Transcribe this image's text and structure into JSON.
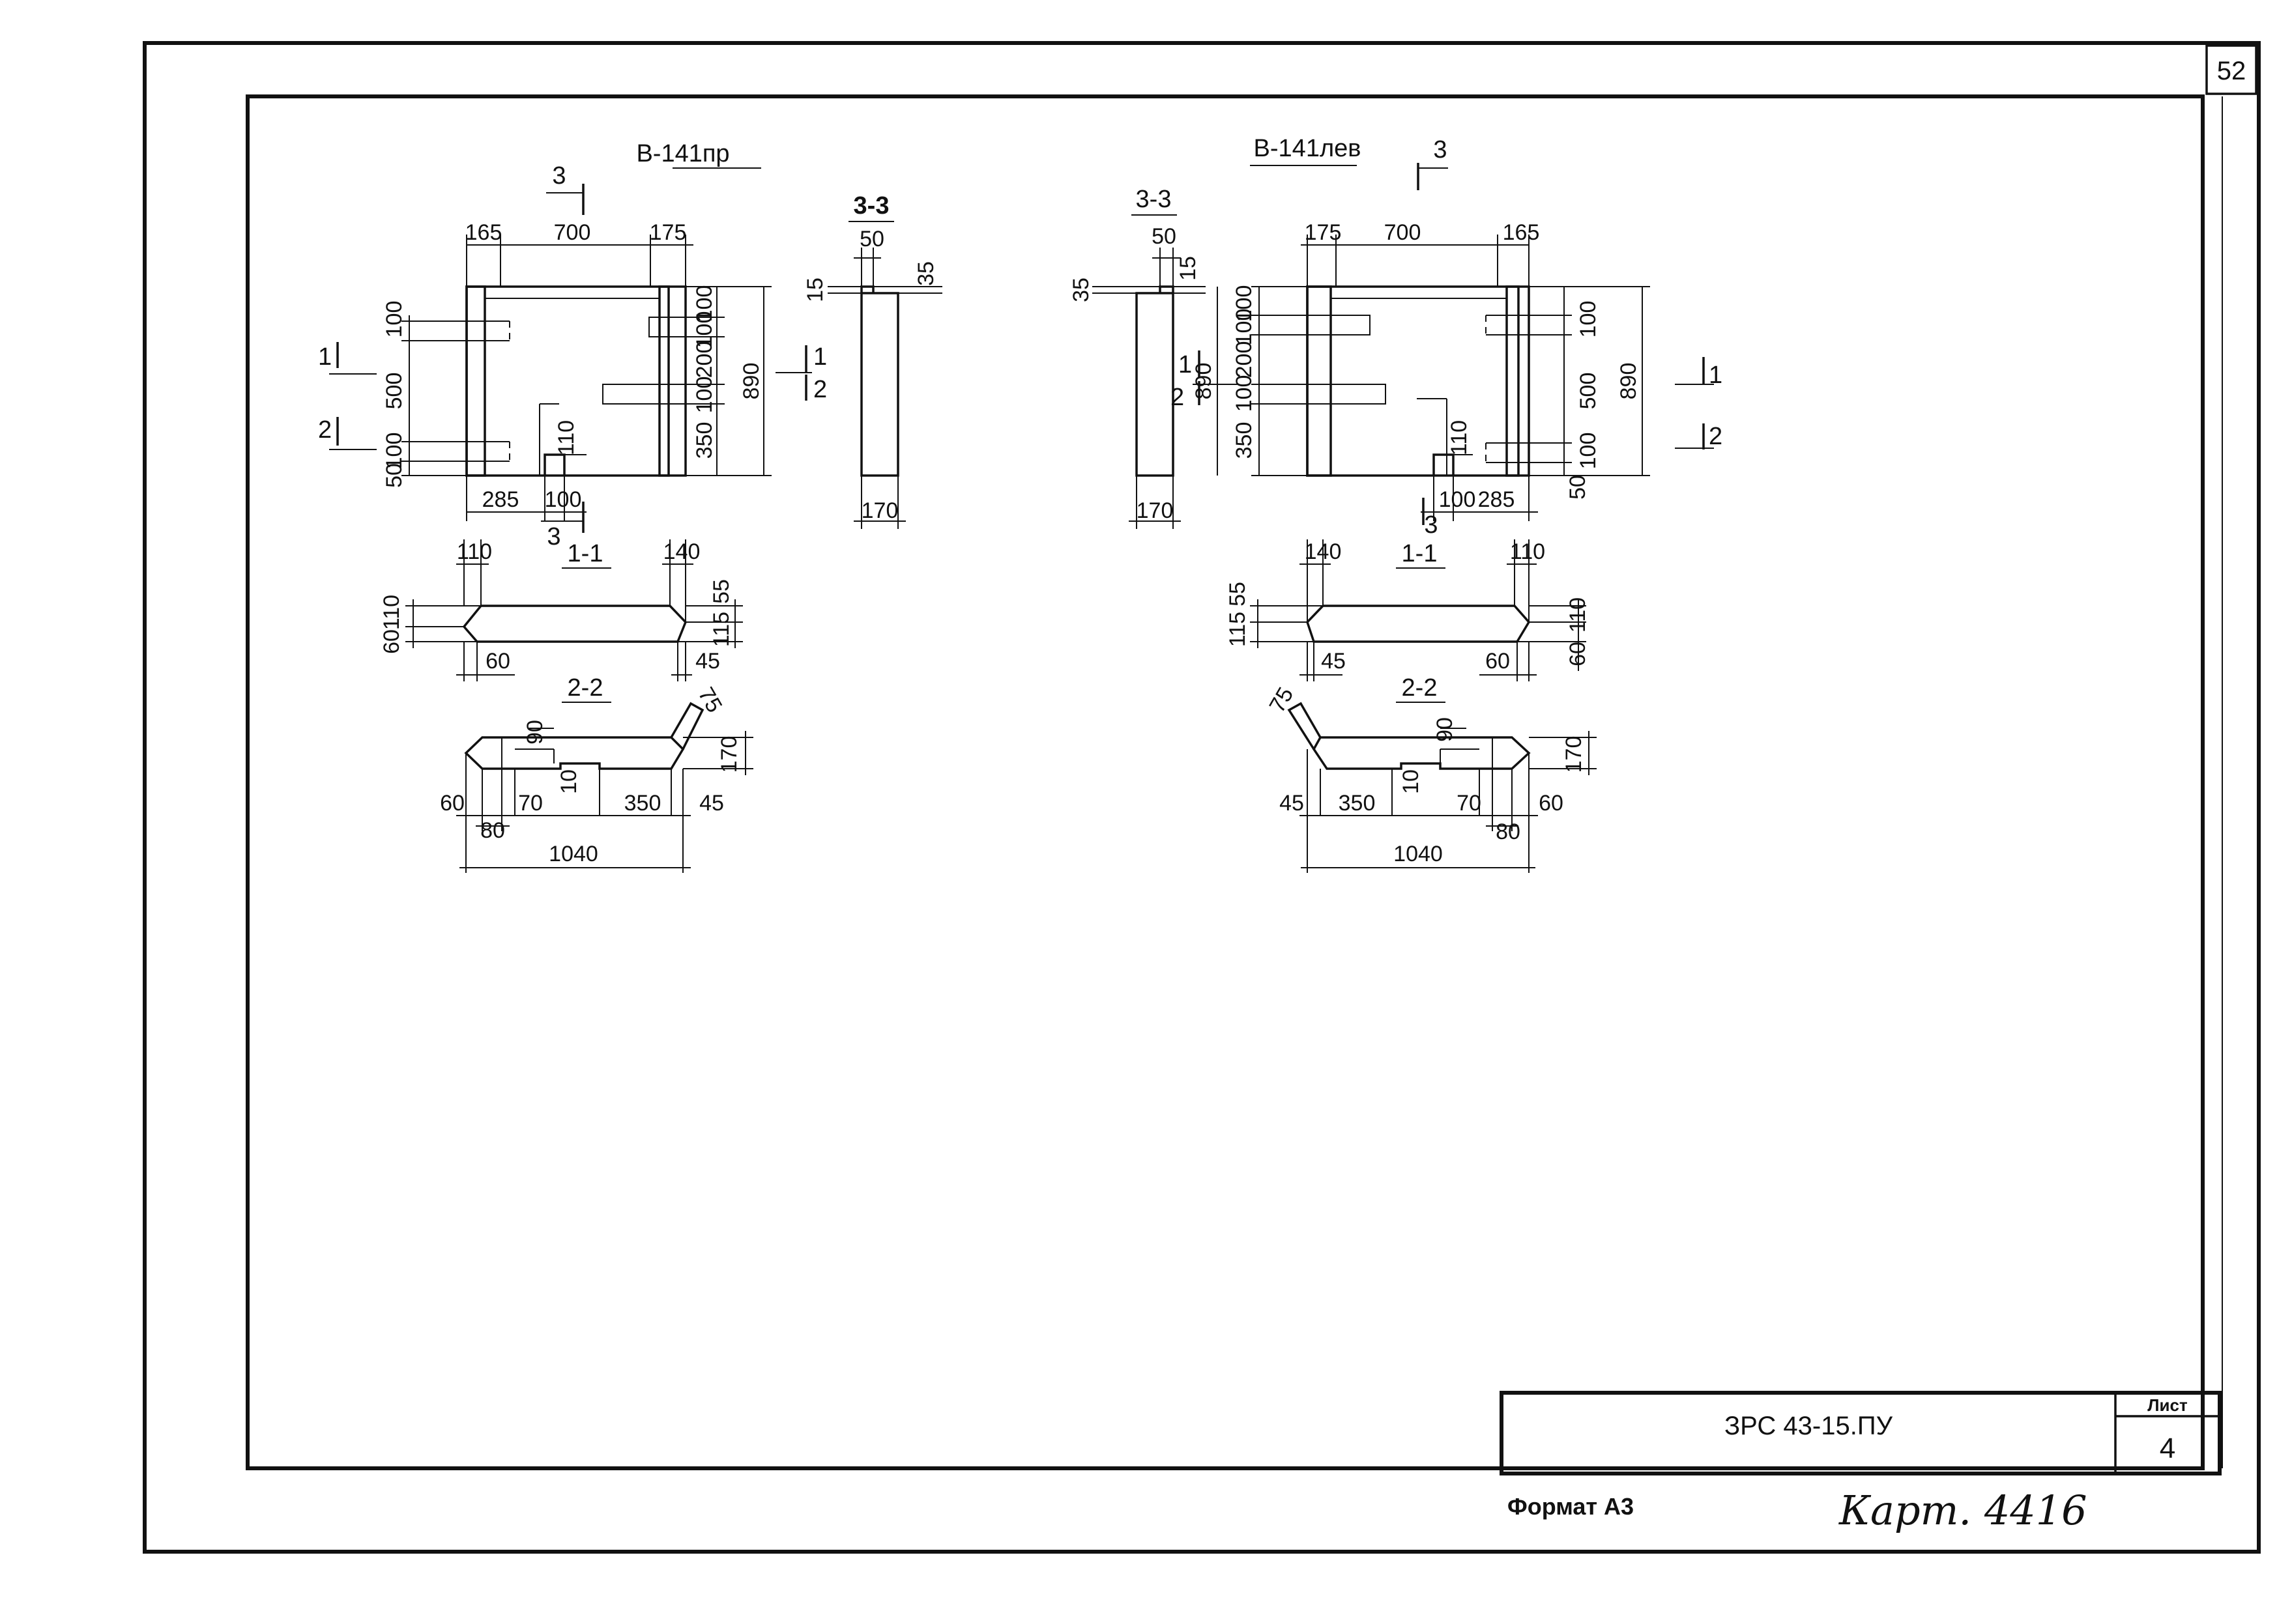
{
  "sheet": {
    "page_number": "52",
    "doc_code": "ЗРС 43-15.ПУ",
    "sheet_label": "Лист",
    "sheet_number": "4",
    "format": "Формат А3",
    "card_note": "Карт. 4416"
  },
  "right_hand_part": {
    "title": "В-141пр",
    "section_33_title": "3-3",
    "section_11_title": "1-1",
    "section_22_title": "2-2",
    "cut_marks": [
      "3",
      "3",
      "1",
      "2",
      "1",
      "2"
    ],
    "plan_dims": {
      "top": [
        "165",
        "700",
        "175"
      ],
      "left": [
        "100",
        "500",
        "100",
        "50"
      ],
      "right": [
        "100",
        "100",
        "200",
        "100",
        "350"
      ],
      "height": "890",
      "bottom": [
        "285",
        "100"
      ],
      "notch": "110"
    },
    "section_33_dims": [
      "50",
      "15",
      "35",
      "170"
    ],
    "section_11_dims": [
      "110",
      "140",
      "110",
      "60",
      "60",
      "45",
      "55",
      "115"
    ],
    "section_22_dims": [
      "90",
      "75",
      "10",
      "170",
      "60",
      "70",
      "80",
      "350",
      "45",
      "1040"
    ]
  },
  "left_hand_part": {
    "title": "В-141лев",
    "section_33_title": "3-3",
    "section_11_title": "1-1",
    "section_22_title": "2-2",
    "cut_marks": [
      "3",
      "3",
      "1",
      "2",
      "1",
      "2"
    ],
    "plan_dims": {
      "top": [
        "175",
        "700",
        "165"
      ],
      "left": [
        "100",
        "100",
        "200",
        "100",
        "350"
      ],
      "right": [
        "100",
        "500",
        "100",
        "50"
      ],
      "height": "890",
      "bottom": [
        "100",
        "285"
      ],
      "notch": "110"
    },
    "section_33_dims": [
      "50",
      "15",
      "35",
      "170"
    ],
    "section_11_dims": [
      "140",
      "110",
      "55",
      "115",
      "110",
      "60",
      "45",
      "60"
    ],
    "section_22_dims": [
      "75",
      "90",
      "10",
      "170",
      "45",
      "350",
      "70",
      "80",
      "60",
      "1040"
    ]
  }
}
